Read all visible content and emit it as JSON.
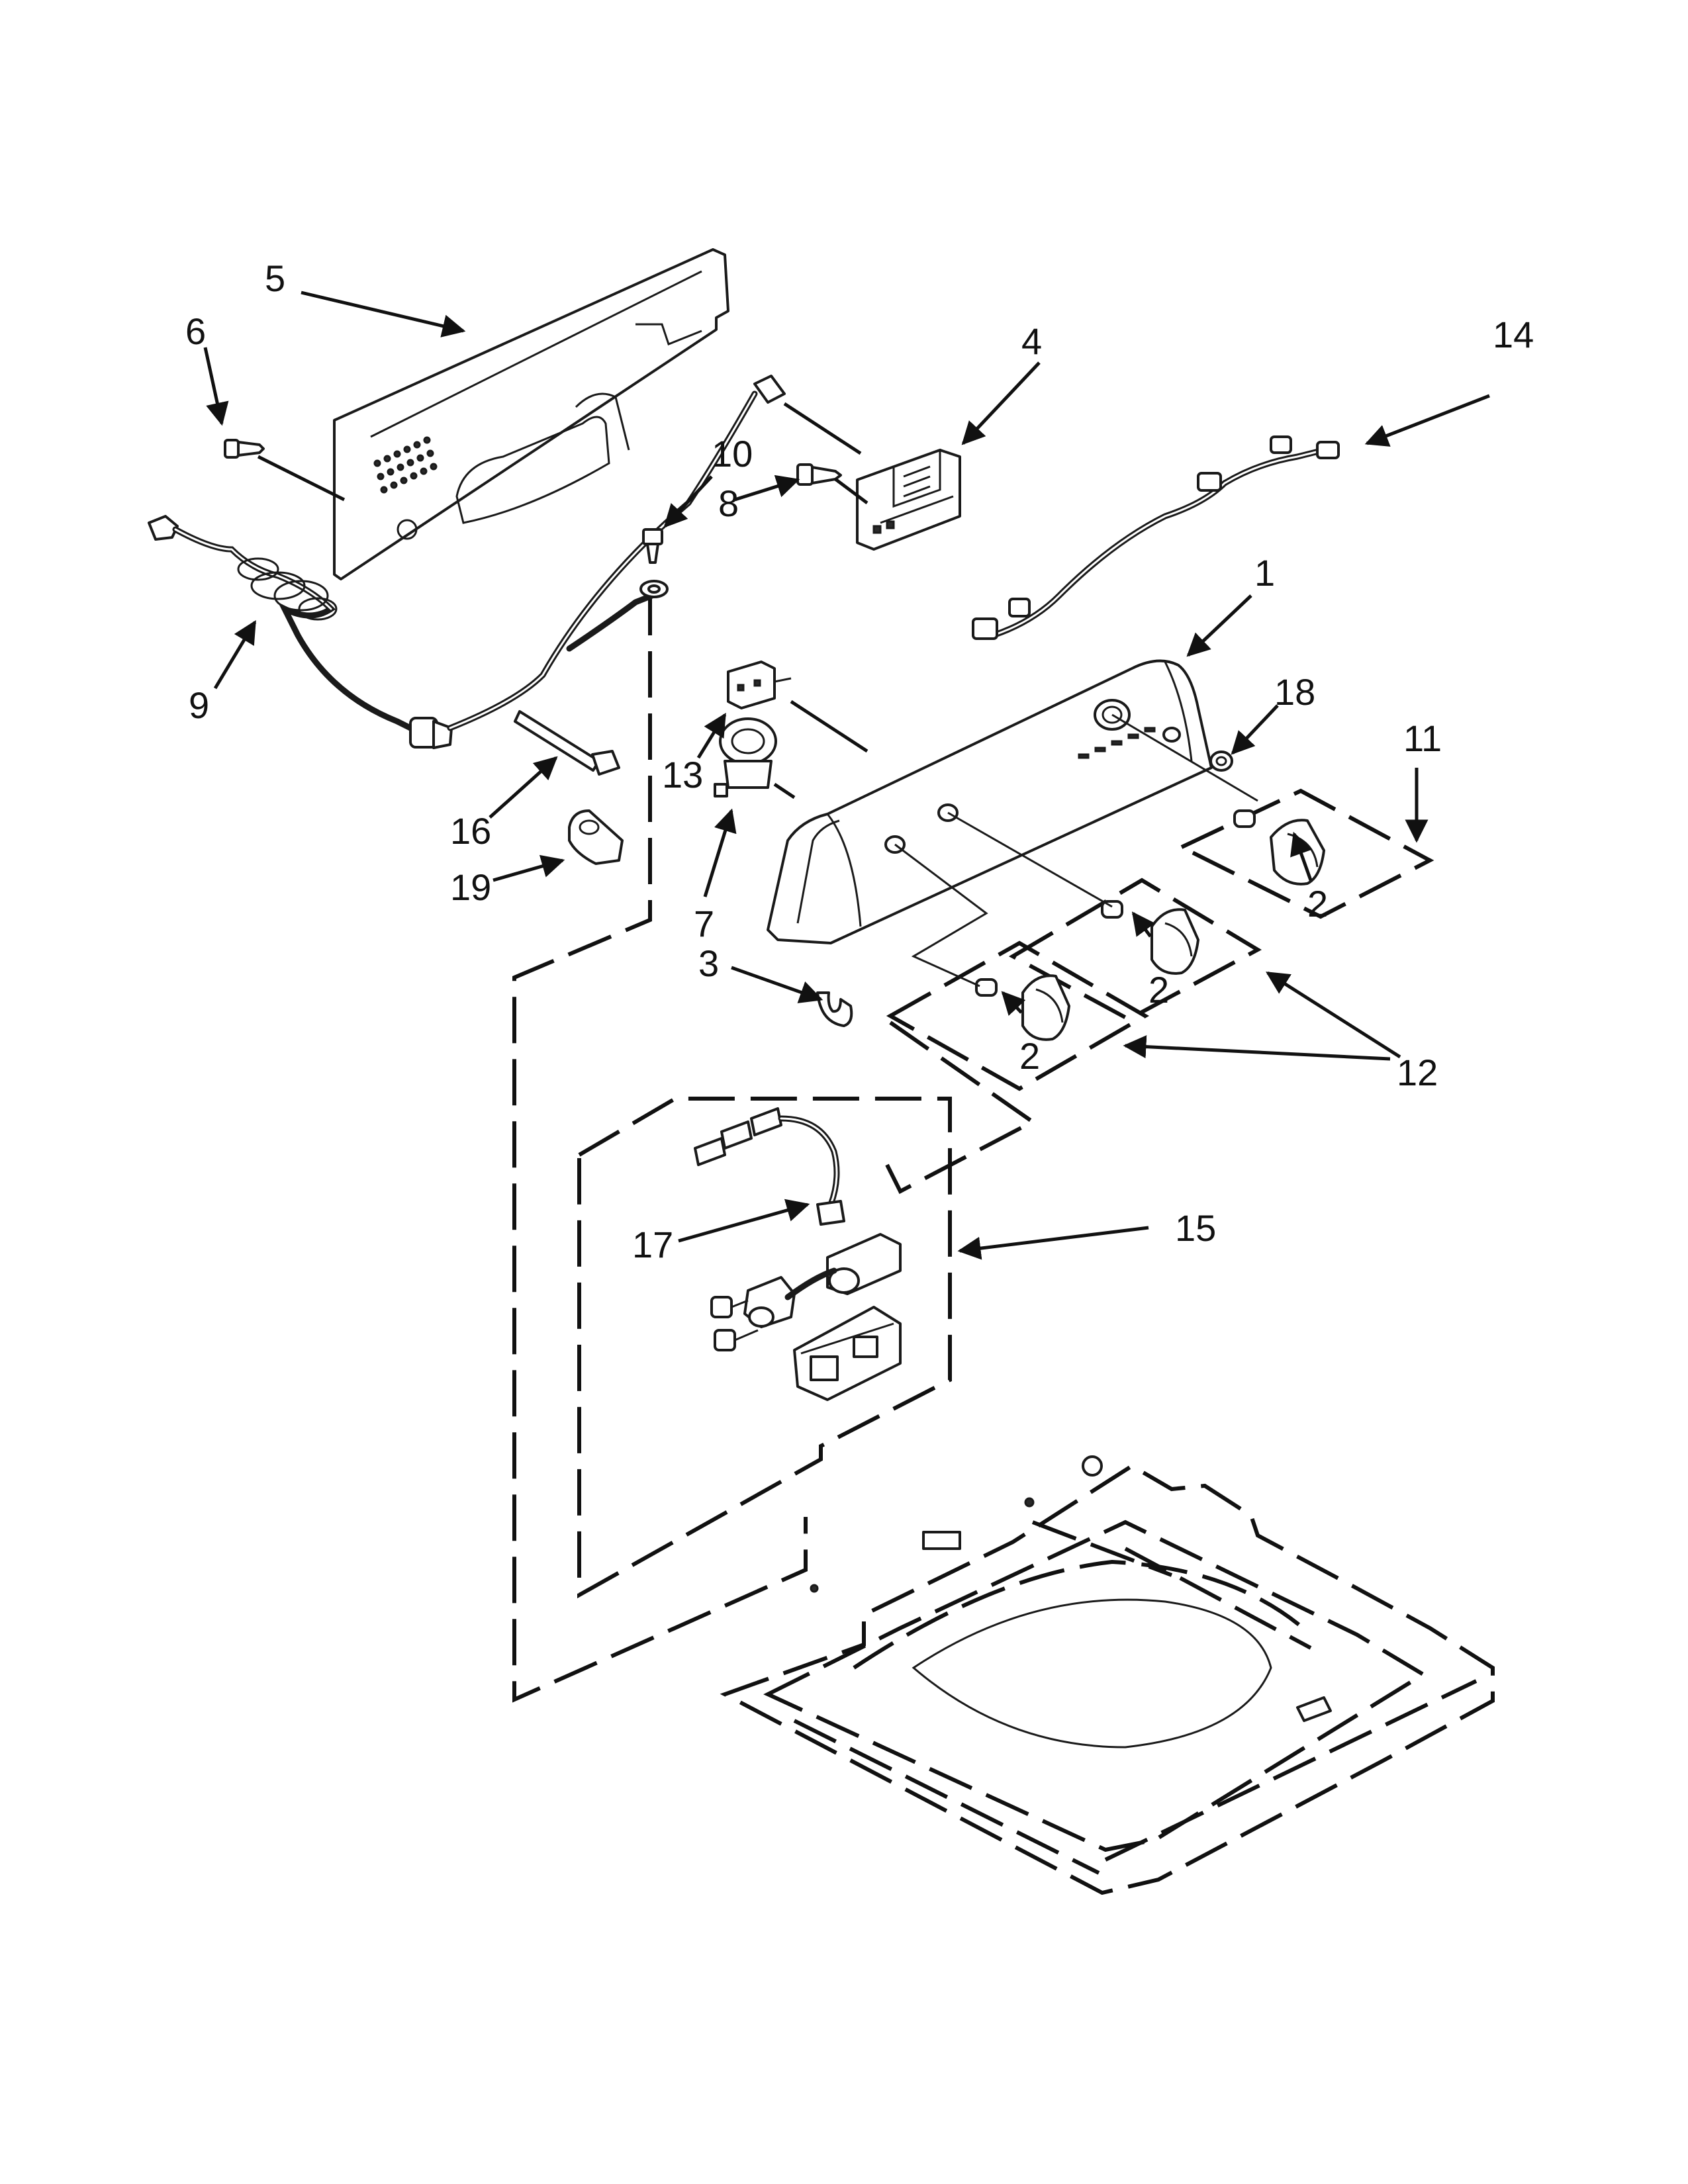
{
  "diagram": {
    "callouts": [
      {
        "id": "c1",
        "label": "1"
      },
      {
        "id": "c2a",
        "label": "2"
      },
      {
        "id": "c2b",
        "label": "2"
      },
      {
        "id": "c2c",
        "label": "2"
      },
      {
        "id": "c3",
        "label": "3"
      },
      {
        "id": "c4",
        "label": "4"
      },
      {
        "id": "c5",
        "label": "5"
      },
      {
        "id": "c6",
        "label": "6"
      },
      {
        "id": "c7",
        "label": "7"
      },
      {
        "id": "c8",
        "label": "8"
      },
      {
        "id": "c9",
        "label": "9"
      },
      {
        "id": "c10",
        "label": "10"
      },
      {
        "id": "c11",
        "label": "11"
      },
      {
        "id": "c12",
        "label": "12"
      },
      {
        "id": "c13",
        "label": "13"
      },
      {
        "id": "c14",
        "label": "14"
      },
      {
        "id": "c15",
        "label": "15"
      },
      {
        "id": "c16",
        "label": "16"
      },
      {
        "id": "c17",
        "label": "17"
      },
      {
        "id": "c18",
        "label": "18"
      },
      {
        "id": "c19",
        "label": "19"
      }
    ],
    "ink_color": "#111111",
    "background_color": "#ffffff"
  }
}
